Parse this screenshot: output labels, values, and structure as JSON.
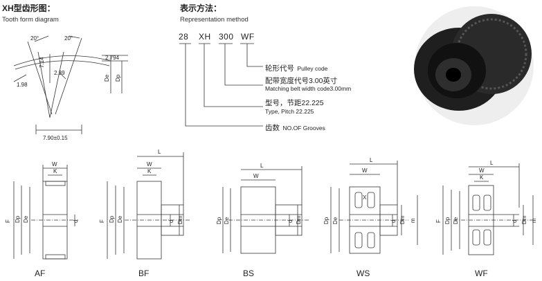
{
  "tooth_section": {
    "title": "XH型齿形图：",
    "subtitle": "Tooth form diagram",
    "dims": {
      "angle_left": "20°",
      "angle_right": "20°",
      "d1": "2.794",
      "d2": "7.14",
      "d3": "2.39",
      "d4": "1.98",
      "d5": "7.90±0.15",
      "de": "De",
      "dp": "Dp"
    }
  },
  "representation": {
    "title": "表示方法：",
    "subtitle": "Representation method",
    "codes": [
      "28",
      "XH",
      "300",
      "WF"
    ],
    "items": [
      {
        "cn": "轮形代号",
        "en": "Pulley code"
      },
      {
        "cn": "配带宽度代号3.00英寸",
        "en": "Matching belt width code3.00mm"
      },
      {
        "cn": "型号，节距22.225",
        "en": "Type, Pitch 22.225"
      },
      {
        "cn": "齿数",
        "en": "NO.OF Grooves"
      }
    ]
  },
  "pulley_types": [
    {
      "caption": "AF",
      "labels": [
        "W",
        "K",
        "F",
        "Dp",
        "De",
        "d"
      ]
    },
    {
      "caption": "BF",
      "labels": [
        "L",
        "W",
        "K",
        "F",
        "Dp",
        "De",
        "d",
        "Dm"
      ]
    },
    {
      "caption": "BS",
      "labels": [
        "L",
        "W",
        "Dp",
        "De",
        "d",
        "Dm"
      ]
    },
    {
      "caption": "WS",
      "labels": [
        "L",
        "W",
        "X",
        "Dp",
        "De",
        "d",
        "Dm",
        "m"
      ]
    },
    {
      "caption": "WF",
      "labels": [
        "L",
        "W",
        "K",
        "F",
        "Dp",
        "De",
        "d",
        "Dm",
        "m"
      ]
    }
  ],
  "colors": {
    "line": "#333333",
    "photo_dark": "#1a1a1a"
  }
}
